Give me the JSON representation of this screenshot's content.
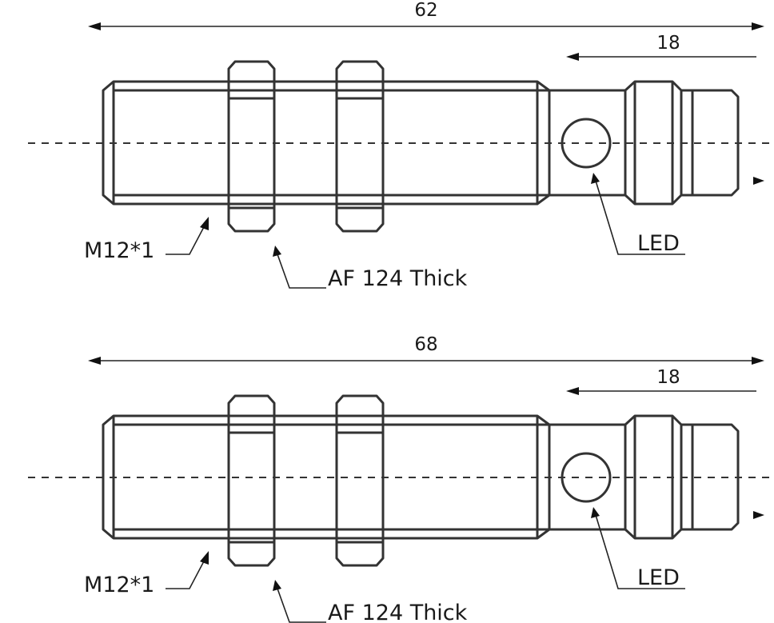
{
  "drawings": [
    {
      "overall_length": "62",
      "sensing_length": "18",
      "thread_label": "M12*1",
      "nut_label": "AF 124 Thick",
      "led_label": "LED"
    },
    {
      "overall_length": "68",
      "sensing_length": "18",
      "thread_label": "M12*1",
      "nut_label": "AF 124 Thick",
      "led_label": "LED"
    }
  ],
  "colors": {
    "line": "#333333",
    "text": "#1a1a1a"
  }
}
